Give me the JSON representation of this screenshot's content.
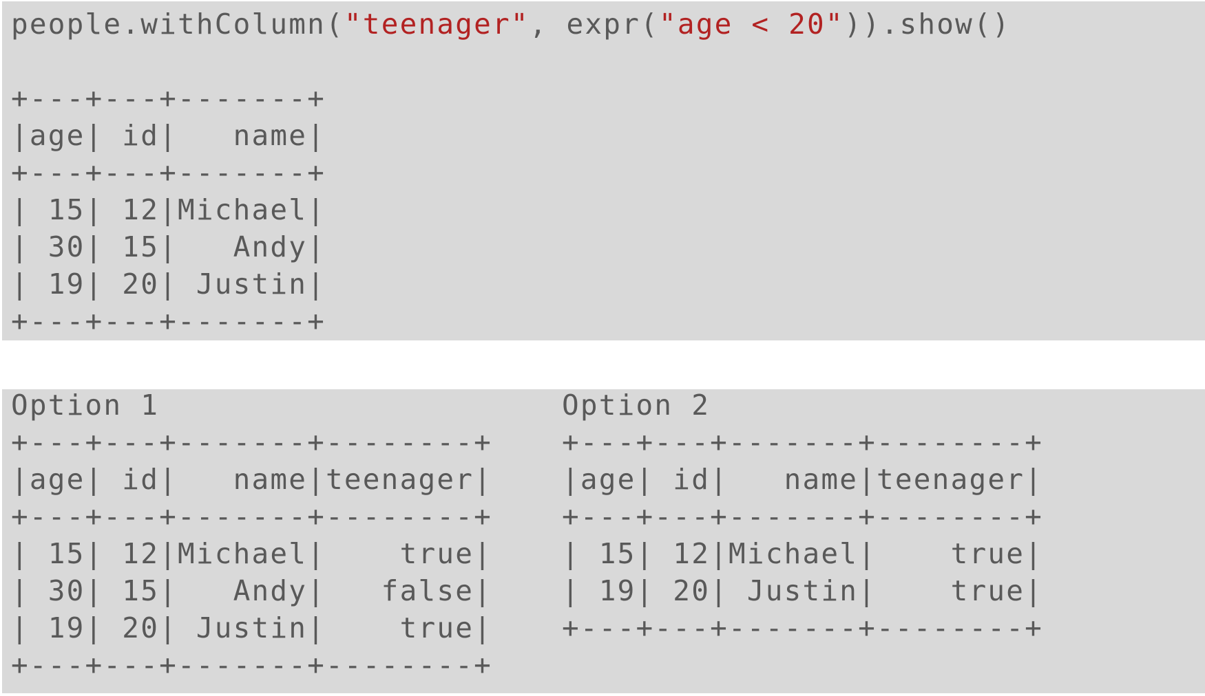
{
  "code": {
    "prefix": "people.withColumn(",
    "arg1": "\"teenager\"",
    "middle": ", expr(",
    "arg2": "\"age < 20\"",
    "suffix": ")).show()"
  },
  "result_table": {
    "lines": [
      "+---+---+-------+",
      "|age| id|   name|",
      "+---+---+-------+",
      "| 15| 12|Michael|",
      "| 30| 15|   Andy|",
      "| 19| 20| Justin|",
      "+---+---+-------+"
    ]
  },
  "option1": {
    "title": "Option 1",
    "lines": [
      "+---+---+-------+--------+",
      "|age| id|   name|teenager|",
      "+---+---+-------+--------+",
      "| 15| 12|Michael|    true|",
      "| 30| 15|   Andy|   false|",
      "| 19| 20| Justin|    true|",
      "+---+---+-------+--------+"
    ]
  },
  "option2": {
    "title": "Option 2",
    "lines": [
      "+---+---+-------+--------+",
      "|age| id|   name|teenager|",
      "+---+---+-------+--------+",
      "| 15| 12|Michael|    true|",
      "| 19| 20| Justin|    true|",
      "+---+---+-------+--------+"
    ]
  },
  "colors": {
    "panel_background": "#d9d9d9",
    "text": "#595959",
    "string_literal": "#b22222"
  }
}
